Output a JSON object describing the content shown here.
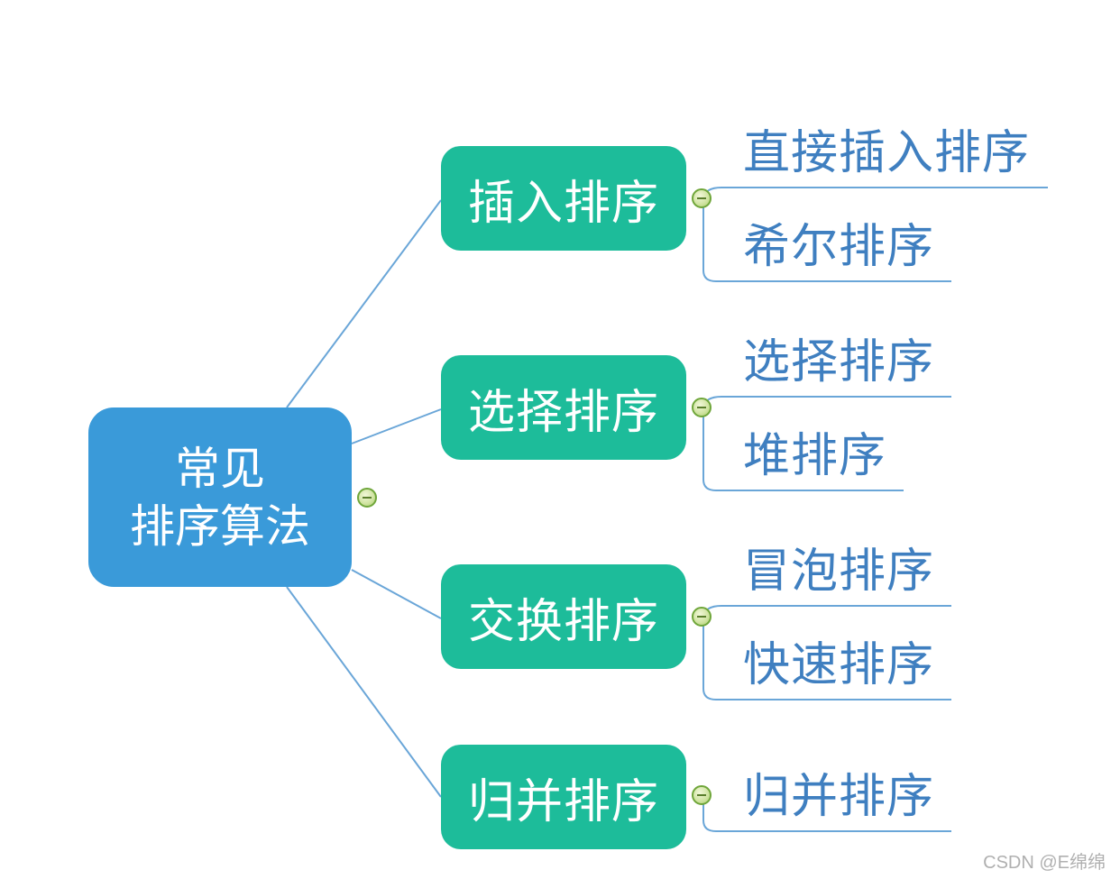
{
  "root": {
    "line1": "常见",
    "line2": "排序算法"
  },
  "branches": [
    {
      "label": "插入排序",
      "children": [
        "直接插入排序",
        "希尔排序"
      ]
    },
    {
      "label": "选择排序",
      "children": [
        "选择排序",
        "堆排序"
      ]
    },
    {
      "label": "交换排序",
      "children": [
        "冒泡排序",
        "快速排序"
      ]
    },
    {
      "label": "归并排序",
      "children": [
        "归并排序"
      ]
    }
  ],
  "watermark": "CSDN @E绵绵",
  "colors": {
    "root": "#3a9ad9",
    "branch": "#1dbc9a",
    "leaf_text": "#3f7fc0",
    "connector": "#6aa6d8",
    "collapse_toggle": "#6fa63a"
  }
}
